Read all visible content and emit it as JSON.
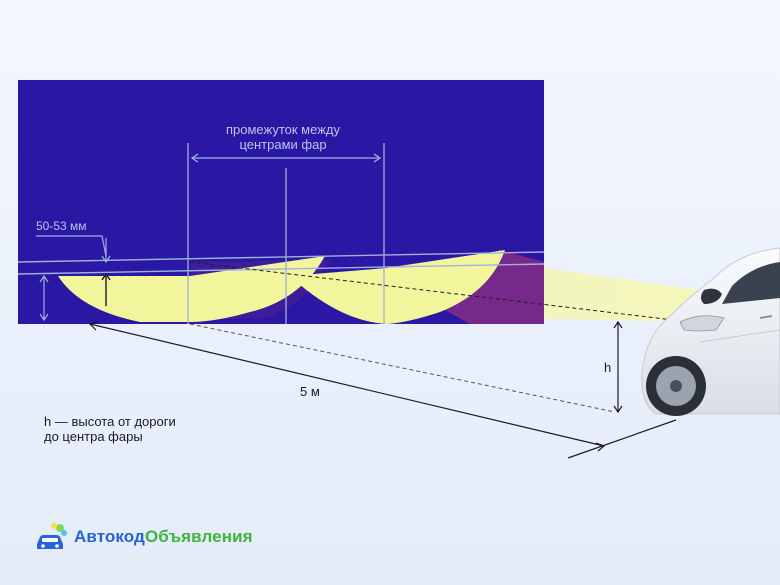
{
  "diagram": {
    "gap_label_line1": "промежуток между",
    "gap_label_line2": "центрами фар",
    "offset_label": "50-53 мм",
    "distance_label": "5 м",
    "h_label": "h",
    "legend_line1": "h — высота от дороги",
    "legend_line2": "до центра фары"
  },
  "colors": {
    "screen": "#2a17a3",
    "beam": "#f2f59b",
    "beam_shadow": "#7a2a8a",
    "lines": "#9fb1de",
    "car_body": "#eef1f5"
  },
  "brand": {
    "name_part1": "Автокод",
    "name_part2": "Объявления",
    "logo_icon": "car-icon",
    "balloon_colors": [
      "#7ed957",
      "#f2e14b",
      "#4fc3f7"
    ]
  }
}
